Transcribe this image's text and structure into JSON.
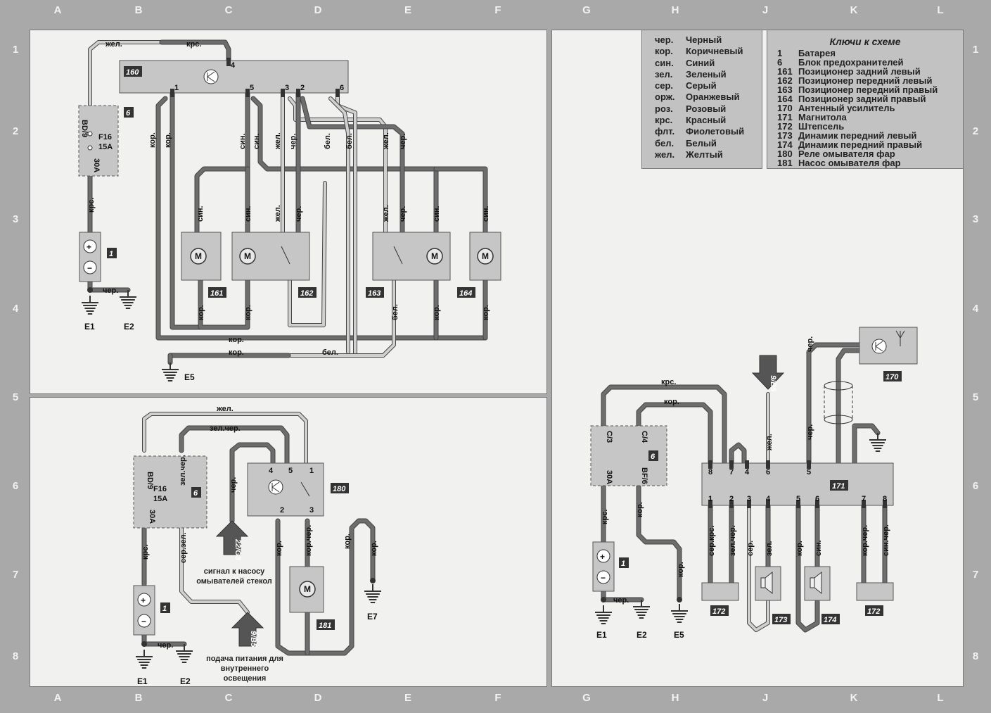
{
  "grid": {
    "columns": [
      "A",
      "B",
      "C",
      "D",
      "E",
      "F",
      "G",
      "H",
      "J",
      "K",
      "L"
    ],
    "rows": [
      "1",
      "2",
      "3",
      "4",
      "5",
      "6",
      "7",
      "8"
    ]
  },
  "colors": {
    "frame": "#a9a9a9",
    "paper": "#f1f1ef",
    "component": "#c6c6c6",
    "wire_dark": "#6d6d6d",
    "wire_light": "#d0d0d0"
  },
  "legend_colors": {
    "items": [
      {
        "abbr": "чер.",
        "name": "Черный"
      },
      {
        "abbr": "кор.",
        "name": "Коричневый"
      },
      {
        "abbr": "син.",
        "name": "Синий"
      },
      {
        "abbr": "зел.",
        "name": "Зеленый"
      },
      {
        "abbr": "сер.",
        "name": "Серый"
      },
      {
        "abbr": "орж.",
        "name": "Оранжевый"
      },
      {
        "abbr": "роз.",
        "name": "Розовый"
      },
      {
        "abbr": "крс.",
        "name": "Красный"
      },
      {
        "abbr": "флт.",
        "name": "Фиолетовый"
      },
      {
        "abbr": "бел.",
        "name": "Белый"
      },
      {
        "abbr": "жел.",
        "name": "Желтый"
      }
    ]
  },
  "legend_keys": {
    "title": "Ключи к схеме",
    "items": [
      {
        "num": "1",
        "name": "Батарея"
      },
      {
        "num": "6",
        "name": "Блок предохранителей"
      },
      {
        "num": "161",
        "name": "Позиционер задний левый"
      },
      {
        "num": "162",
        "name": "Позиционер передний левый"
      },
      {
        "num": "163",
        "name": "Позиционер передний правый"
      },
      {
        "num": "164",
        "name": "Позиционер задний правый"
      },
      {
        "num": "170",
        "name": "Антенный усилитель"
      },
      {
        "num": "171",
        "name": "Магнитола"
      },
      {
        "num": "172",
        "name": "Штепсель"
      },
      {
        "num": "173",
        "name": "Динамик передний левый"
      },
      {
        "num": "174",
        "name": "Динамик передний правый"
      },
      {
        "num": "180",
        "name": "Реле омывателя фар"
      },
      {
        "num": "181",
        "name": "Насос омывателя фар"
      }
    ]
  },
  "top_left": {
    "ids": {
      "c160": "160",
      "fuse": "6",
      "battery": "1",
      "m161": "161",
      "m162": "162",
      "m163": "163",
      "m164": "164"
    },
    "fuse_text": {
      "bd": "BD/9",
      "f": "F16",
      "a": "15A",
      "amp": "30A"
    },
    "pins_160": {
      "p1": "1",
      "p5": "5",
      "p3": "3",
      "p2": "2",
      "p6": "6",
      "p4": "4"
    },
    "grounds": {
      "e1": "E1",
      "e2": "E2",
      "e5": "E5"
    },
    "wire_labels": {
      "top_jel": "жел.",
      "top_krs": "крс.",
      "krs_batt": "крс.",
      "cher_batt": "чер.",
      "kor1": "кор.",
      "kor2": "кор.",
      "sin1": "син.",
      "sin2": "син.",
      "jel1": "жел.",
      "cher1": "чер.",
      "bel1": "бел.",
      "bel2": "бел.",
      "jel2": "жел.",
      "cher2": "чер.",
      "m161_top": "син.",
      "m162_top1": "син.",
      "m162_top2": "жел.",
      "m162_top3": "чер.",
      "m163_top1": "жел.",
      "m163_top2": "чер.",
      "m163_top3": "син.",
      "m164_top": "син.",
      "m161_bot": "кор.",
      "m162_bot": "кор.",
      "m163_bot1": "бел.",
      "m163_bot2": "кор.",
      "m164_bot": "кор.",
      "bottom_kor1": "кор.",
      "bottom_kor2": "кор.",
      "bottom_bel": "бел."
    }
  },
  "bottom_left": {
    "ids": {
      "fuse": "6",
      "battery": "1",
      "relay": "180",
      "pump": "181"
    },
    "fuse_text": {
      "bd": "BD/9",
      "f": "F16",
      "a": "15A",
      "amp": "30A"
    },
    "relay_pins": {
      "p4": "4",
      "p5": "5",
      "p1": "1",
      "p2": "2",
      "p3": "3"
    },
    "grounds": {
      "e1": "E1",
      "e2": "E2",
      "e7": "E7"
    },
    "arrows": {
      "a1": "22/G8",
      "a2": "9/B5"
    },
    "notes": {
      "n1": "сигнал к насосу омывателей стекол",
      "n2": "подача питания для внутреннего освещения"
    },
    "wire_labels": {
      "jel": "жел.",
      "zel_cher": "зел.чер.",
      "zel_cher2": "зел.чер.",
      "krs": "крс.",
      "ser_zel": "сер.зел.",
      "cher_batt": "чер.",
      "cher_relay": "чер.",
      "kor_chern": "кор.чер.",
      "kor1": "кор.",
      "kor2": "кор."
    }
  },
  "right": {
    "ids": {
      "fuse": "6",
      "battery": "1",
      "radio": "171",
      "amp": "170",
      "plug1": "172",
      "spk1": "173",
      "spk2": "174",
      "plug2": "172"
    },
    "fuse_text": {
      "c3": "C/3",
      "c4": "C/4",
      "amp": "30A",
      "bf": "BF/6"
    },
    "radio_pins_top": [
      "8",
      "7",
      "4",
      "6",
      "5"
    ],
    "radio_pins_bottom": [
      "1",
      "2",
      "3",
      "4",
      "5",
      "6",
      "7",
      "8"
    ],
    "grounds": {
      "e1": "E1",
      "e2": "E2",
      "e5": "E5"
    },
    "arrow": "9/B5",
    "wire_labels": {
      "krs_top": "крс.",
      "kor_top": "кор.",
      "jel": "жел.",
      "cher_amp": "чер.",
      "cher_radio": "чер.",
      "krs_batt": "крс.",
      "kor_bf": "кор.",
      "kor_e5": "кор.",
      "cher_batt": "чер.",
      "b1": "сер.крс.",
      "b2": "зел.чер.",
      "b3": "сер.",
      "b4": "зел.",
      "b5": "кор.",
      "b6": "син.",
      "b7": "кор.чер.",
      "b8": "син.чер."
    }
  }
}
